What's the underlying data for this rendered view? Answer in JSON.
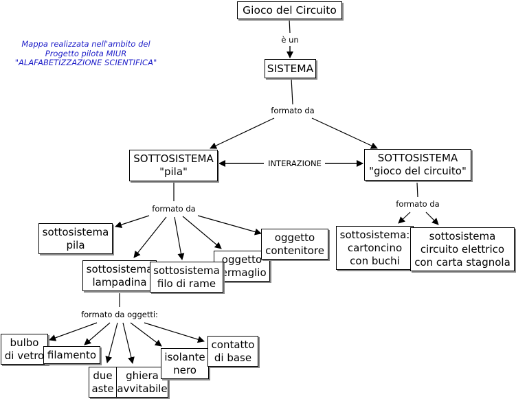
{
  "note": {
    "lines": [
      "Mappa realizzata nell'ambito del",
      "Progetto pilota MIUR",
      "\"ALAFABETIZZAZIONE SCIENTIFICA\""
    ],
    "color": "#1c1cc8"
  },
  "nodes": {
    "gioco": {
      "lines": [
        "Gioco del Circuito"
      ]
    },
    "sistema": {
      "lines": [
        "SISTEMA"
      ]
    },
    "sotto_pila": {
      "lines": [
        "SOTTOSISTEMA",
        "\"pila\""
      ]
    },
    "sotto_gioco": {
      "lines": [
        "SOTTOSISTEMA",
        "\"gioco del circuito\""
      ]
    },
    "ss_pila": {
      "lines": [
        "sottosistema",
        "pila"
      ]
    },
    "ss_lampadina": {
      "lines": [
        "sottosistema",
        "lampadina"
      ]
    },
    "ss_filo": {
      "lines": [
        "sottosistema",
        "filo di rame"
      ]
    },
    "ogg_fermaglio": {
      "lines": [
        "oggetto",
        "fermaglio"
      ]
    },
    "ogg_contenitore": {
      "lines": [
        "oggetto",
        "contenitore"
      ]
    },
    "ss_cartoncino": {
      "lines": [
        "sottosistema:",
        "cartoncino",
        "con buchi"
      ]
    },
    "ss_circuito": {
      "lines": [
        "sottosistema",
        "circuito elettrico",
        "con carta stagnola"
      ]
    },
    "bulbo": {
      "lines": [
        "bulbo",
        "di vetro"
      ]
    },
    "filamento": {
      "lines": [
        "filamento"
      ]
    },
    "due_aste": {
      "lines": [
        "due",
        "aste"
      ]
    },
    "ghiera": {
      "lines": [
        "ghiera",
        "avvitabile"
      ]
    },
    "isolante": {
      "lines": [
        "isolante",
        "nero"
      ]
    },
    "contatto": {
      "lines": [
        "contatto",
        "di base"
      ]
    }
  },
  "links": {
    "e_un": "è un",
    "formato_da_1": "formato da",
    "interazione": "INTERAZIONE",
    "formato_da_2": "formato da",
    "formato_da_3": "formato da",
    "formato_da_oggetti": "formato da oggetti:"
  }
}
